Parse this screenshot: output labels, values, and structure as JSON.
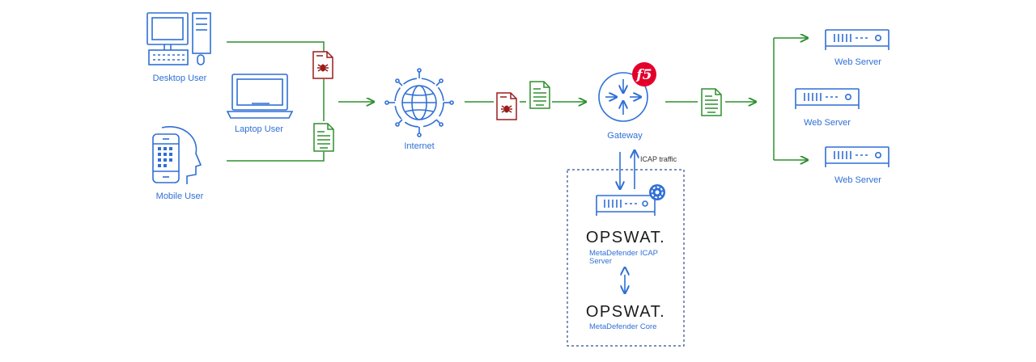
{
  "labels": {
    "desktop_user": "Desktop User",
    "laptop_user": "Laptop User",
    "mobile_user": "Mobile User",
    "internet": "Internet",
    "gateway": "Gateway",
    "icap_traffic": "ICAP traffic",
    "web_server_1": "Web Server",
    "web_server_2": "Web Server",
    "web_server_3": "Web Server",
    "brand_1": "OPSWAT.",
    "icap_server_line1": "MetaDefender ICAP",
    "icap_server_line2": "Server",
    "brand_2": "OPSWAT.",
    "core": "MetaDefender Core",
    "f5_logo": "f5"
  },
  "colors": {
    "primary_blue": "#2f6fd6",
    "clean_green": "#2f8f2f",
    "malicious_red": "#9b1c1c",
    "f5_red": "#e4002b"
  },
  "icons": [
    "desktop-icon",
    "laptop-icon",
    "mobile-icon",
    "user-head-icon",
    "globe-icon",
    "router-icon",
    "f5-logo",
    "server-icon",
    "opswat-badge-icon",
    "malicious-file-icon",
    "clean-file-icon"
  ]
}
